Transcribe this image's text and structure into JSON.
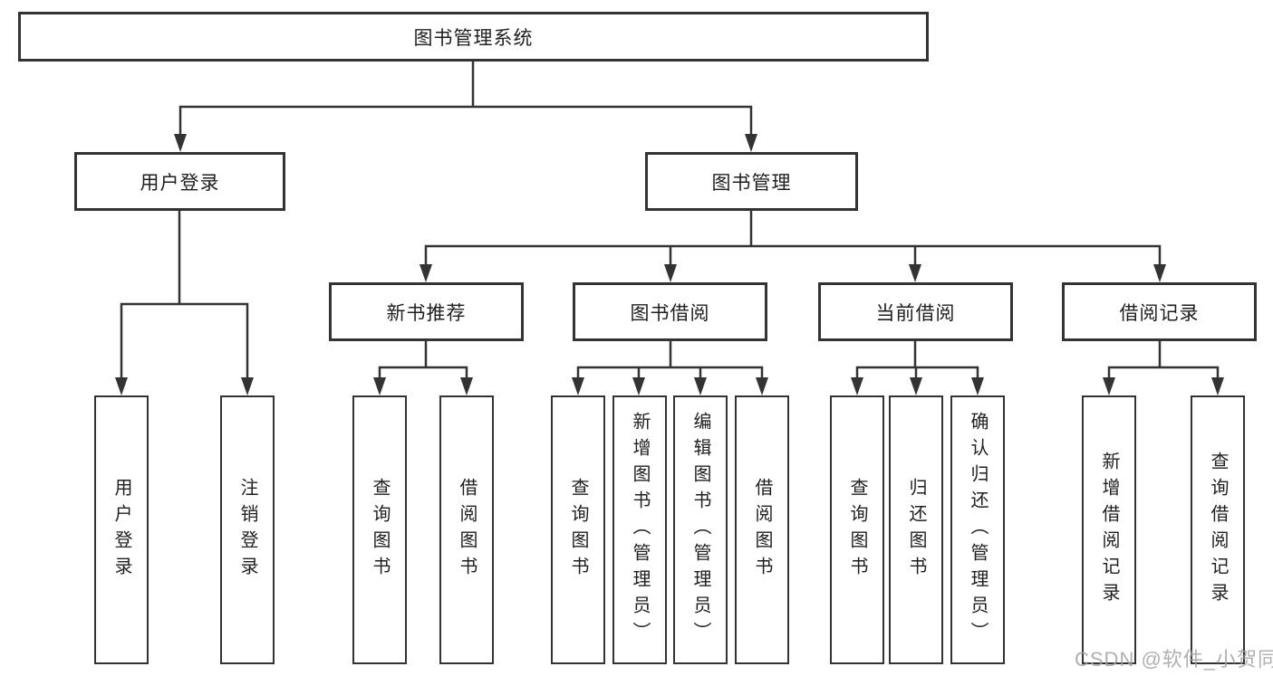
{
  "tree": {
    "root": {
      "label": "图书管理系统",
      "children": [
        {
          "label": "用户登录",
          "children": [
            {
              "label": "用户登录"
            },
            {
              "label": "注销登录"
            }
          ]
        },
        {
          "label": "图书管理",
          "children": [
            {
              "label": "新书推荐",
              "children": [
                {
                  "label": "查询图书"
                },
                {
                  "label": "借阅图书"
                }
              ]
            },
            {
              "label": "图书借阅",
              "children": [
                {
                  "label": "查询图书"
                },
                {
                  "label": "新增图书（管理员）"
                },
                {
                  "label": "编辑图书（管理员）"
                },
                {
                  "label": "借阅图书"
                }
              ]
            },
            {
              "label": "当前借阅",
              "children": [
                {
                  "label": "查询图书"
                },
                {
                  "label": "归还图书"
                },
                {
                  "label": "确认归还（管理员）"
                }
              ]
            },
            {
              "label": "借阅记录",
              "children": [
                {
                  "label": "新增借阅记录"
                },
                {
                  "label": "查询借阅记录"
                }
              ]
            }
          ]
        }
      ]
    }
  },
  "colors": {
    "line": "#333333",
    "text": "#1f1f1f",
    "watermark": "#a2a2a2"
  },
  "watermark": {
    "text": "CSDN @软件_小贺同学"
  }
}
